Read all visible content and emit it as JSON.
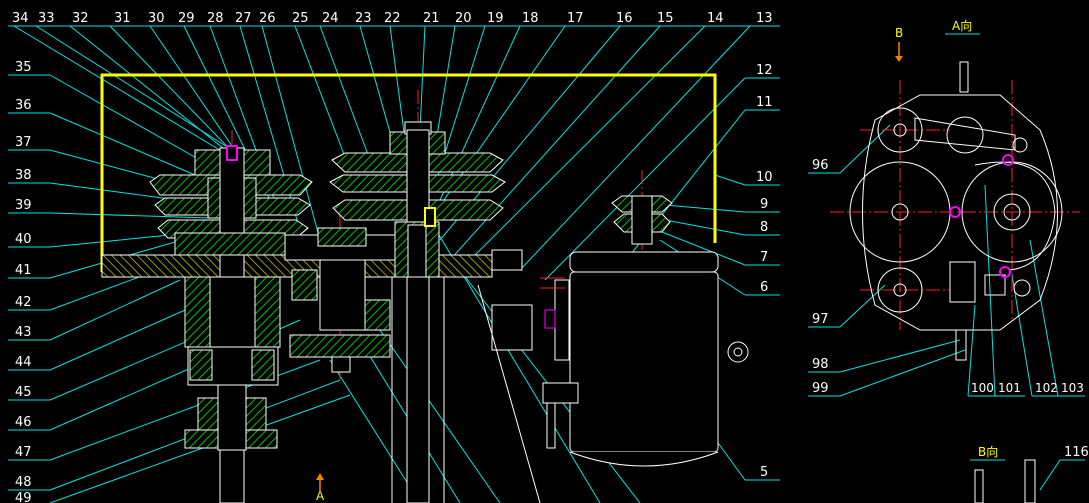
{
  "drawing": {
    "view_a_label": "A向",
    "view_b_label": "B向",
    "marker_b": "B",
    "marker_a": "A"
  },
  "top_callouts": [
    "34",
    "33",
    "32",
    "31",
    "30",
    "29",
    "28",
    "27",
    "26",
    "25",
    "24",
    "23",
    "22",
    "21",
    "20",
    "19",
    "18",
    "17",
    "16",
    "15",
    "14",
    "13"
  ],
  "right_callouts": [
    "12",
    "11",
    "10",
    "9",
    "8",
    "7",
    "6",
    "5"
  ],
  "left_callouts": [
    "35",
    "36",
    "37",
    "38",
    "39",
    "40",
    "41",
    "42",
    "43",
    "44",
    "45",
    "46",
    "47",
    "48",
    "49"
  ],
  "view_b_callouts": [
    "96",
    "97",
    "98",
    "99",
    "100",
    "101",
    "102",
    "103"
  ],
  "misc_callouts": [
    "116"
  ],
  "colors": {
    "background": "#000000",
    "outline": "#ffffff",
    "callout_line": "#00e5e5",
    "callout_text": "#ffffff",
    "cover": "#ffff00",
    "centerline": "#ff2020",
    "section": "#00c000",
    "highlight": "#ff00ff"
  }
}
